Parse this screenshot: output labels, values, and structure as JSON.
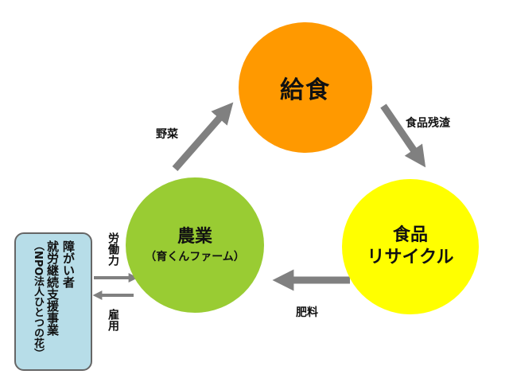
{
  "nodes": {
    "kyushoku": {
      "label": "給食",
      "color": "#ff9900"
    },
    "recycle": {
      "line1": "食品",
      "line2": "リサイクル",
      "color": "#ffff00"
    },
    "nogyo": {
      "line1": "農業",
      "line2": "（育くんファーム）",
      "color": "#99cc33"
    }
  },
  "flows": {
    "yasai": "野菜",
    "zansa": "食品残渣",
    "hiryo": "肥料",
    "rodoryoku": "労働力",
    "koyo": "雇用"
  },
  "npo_box": {
    "line1": "障がい者",
    "line2": "就労継続支援事業",
    "line3": "（NPO法人ひとつの花）",
    "color": "#b7dde8"
  },
  "arrow_color": "#808080"
}
